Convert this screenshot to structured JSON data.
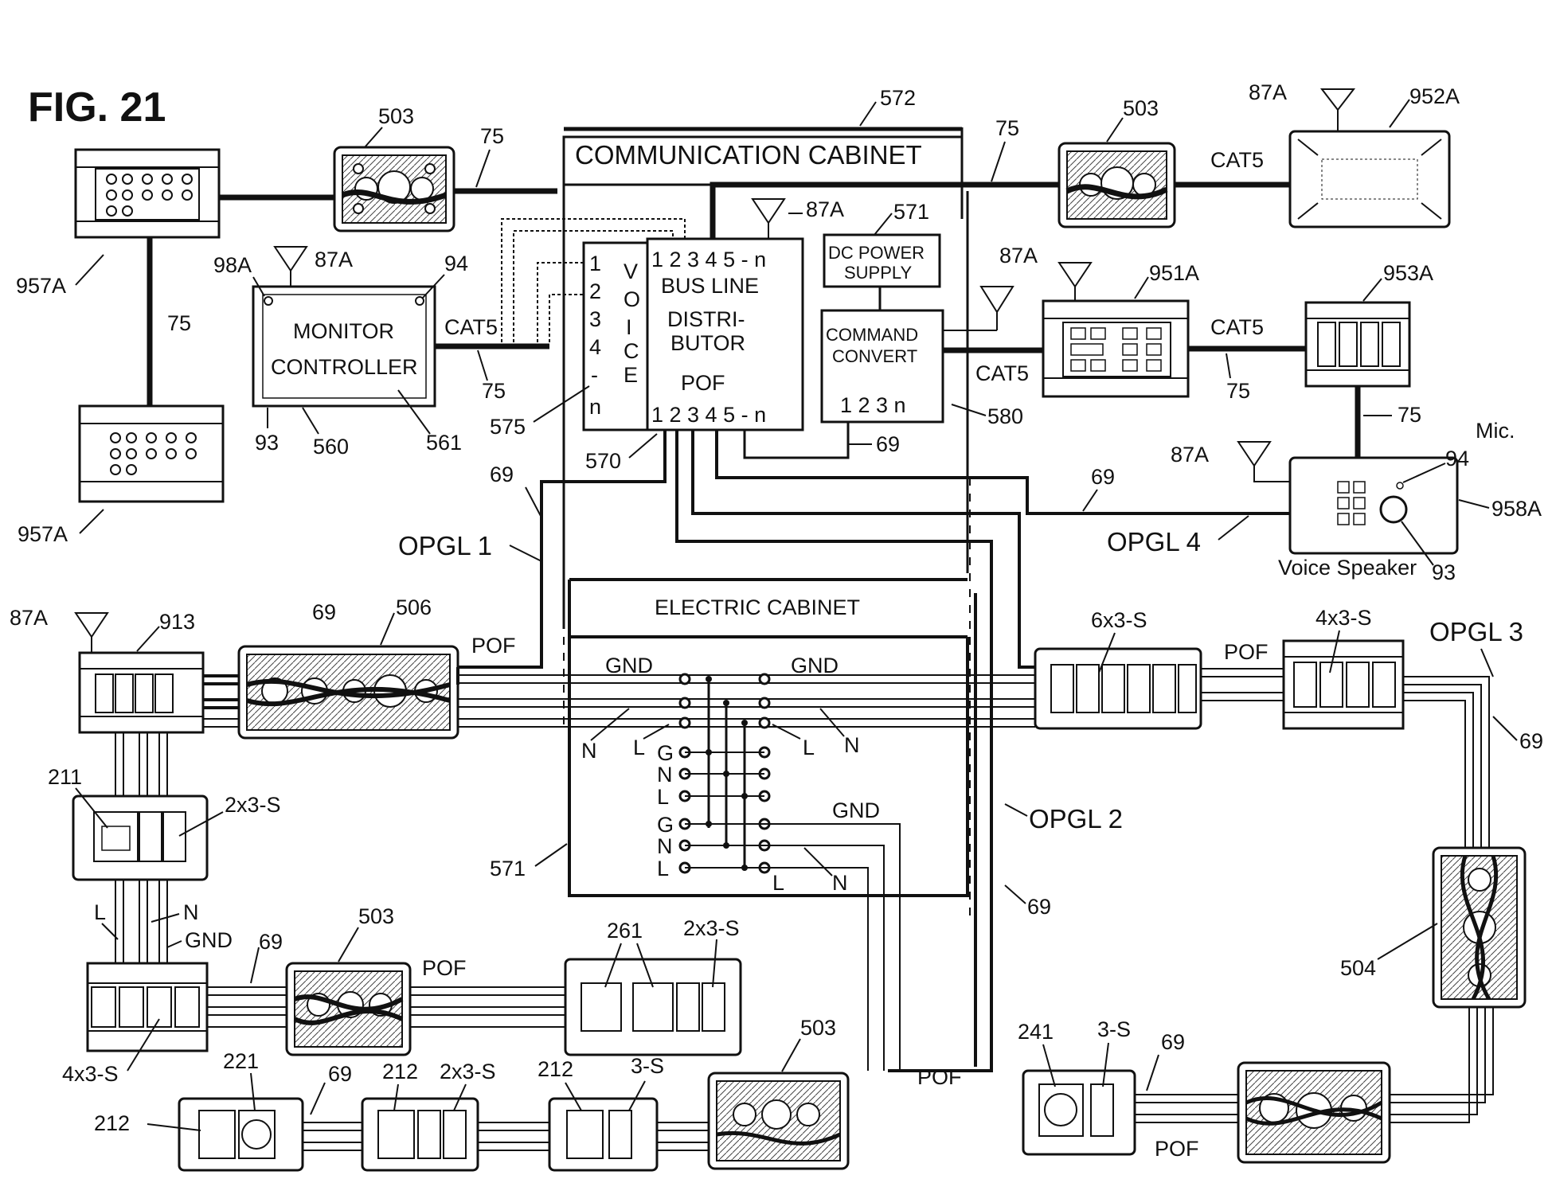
{
  "figure": {
    "title": "FIG. 21"
  },
  "communication_cabinet": {
    "title": "COMMUNICATION CABINET",
    "ref": "572"
  },
  "electric_cabinet": {
    "title": "ELECTRIC CABINET",
    "ref": "571"
  },
  "monitor_controller": {
    "line1": "MONITOR",
    "line2": "CONTROLLER",
    "ref": "560",
    "ref2": "561",
    "ref_tl": "98A",
    "ref_tr": "94",
    "ref_bl": "93",
    "antenna": "87A"
  },
  "voice_module": {
    "digits": [
      "1",
      "2",
      "3",
      "4",
      "-",
      "n"
    ],
    "letters": [
      "V",
      "O",
      "I",
      "C",
      "E"
    ],
    "ref": "575"
  },
  "bus_distributor": {
    "top_ports": "1 2 3 4 5 - n",
    "line1": "BUS LINE",
    "line2": "DISTRI-",
    "line3": "BUTOR",
    "pof": "POF",
    "bottom_ports": "1 2 3 4 5 - n",
    "ref": "570",
    "antenna": "87A"
  },
  "dc_power": {
    "line1": "DC POWER",
    "line2": "SUPPLY",
    "ref": "571"
  },
  "command_convert": {
    "line1": "COMMAND",
    "line2": "CONVERT",
    "ports": "1 2 3 n",
    "ref": "580",
    "antenna": "87A"
  },
  "refs": {
    "r503": "503",
    "r75": "75",
    "r957A": "957A",
    "r87A": "87A",
    "r952A": "952A",
    "r951A": "951A",
    "r953A": "953A",
    "r958A": "958A",
    "r69": "69",
    "r913": "913",
    "r506": "506",
    "r211": "211",
    "r261": "261",
    "r221": "221",
    "r212": "212",
    "r241": "241",
    "r504": "504",
    "r93": "93",
    "r94": "94",
    "mic": "Mic."
  },
  "cable_labels": {
    "cat5": "CAT5",
    "pof": "POF",
    "gnd": "GND",
    "n": "N",
    "l": "L",
    "g": "G"
  },
  "opgl": {
    "o1": "OPGL 1",
    "o2": "OPGL 2",
    "o3": "OPGL 3",
    "o4": "OPGL 4"
  },
  "switches": {
    "s6x3": "6x3-S",
    "s4x3": "4x3-S",
    "s2x3": "2x3-S",
    "s3": "3-S"
  },
  "voice_speaker": {
    "label": "Voice Speaker"
  }
}
